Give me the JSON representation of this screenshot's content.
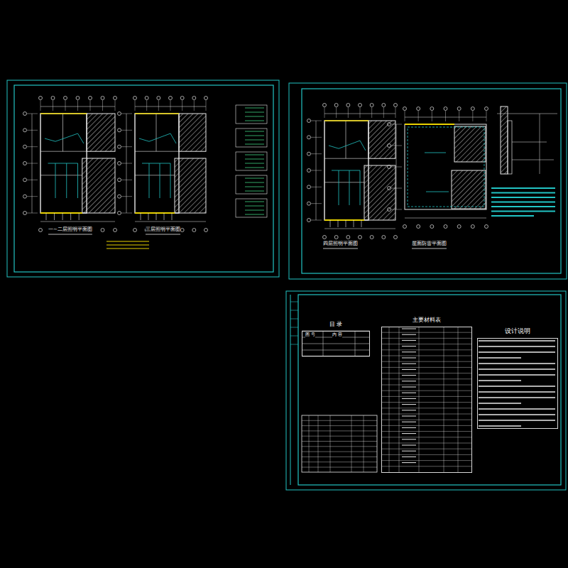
{
  "diagram": {
    "nodes": [
      {
        "text": [
          "目 录"
        ]
      },
      {
        "text": [
          "主要材料表"
        ]
      },
      {
        "text": [
          "设计说明"
        ]
      }
    ],
    "labels": [
      "一~二层照明平面图",
      "三层照明平面图",
      "四层照明平面图",
      "屋面防雷平面图",
      "图 号",
      "内 容"
    ]
  }
}
